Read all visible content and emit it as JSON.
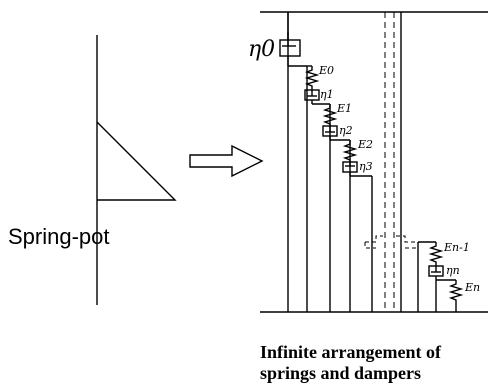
{
  "springpot": {
    "label": "Spring-pot"
  },
  "model": {
    "eta0": "η0",
    "elements": [
      {
        "spring": "E0",
        "damper": "η1"
      },
      {
        "spring": "E1",
        "damper": "η2"
      },
      {
        "spring": "E2",
        "damper": "η3"
      }
    ],
    "tail": {
      "spring_prev": "En-1",
      "damper": "ηn",
      "spring_last": "En"
    }
  },
  "caption": {
    "line1": "Infinite arrangement of",
    "line2": "springs and dampers"
  },
  "colors": {
    "ink": "#000000",
    "background": "#ffffff"
  }
}
